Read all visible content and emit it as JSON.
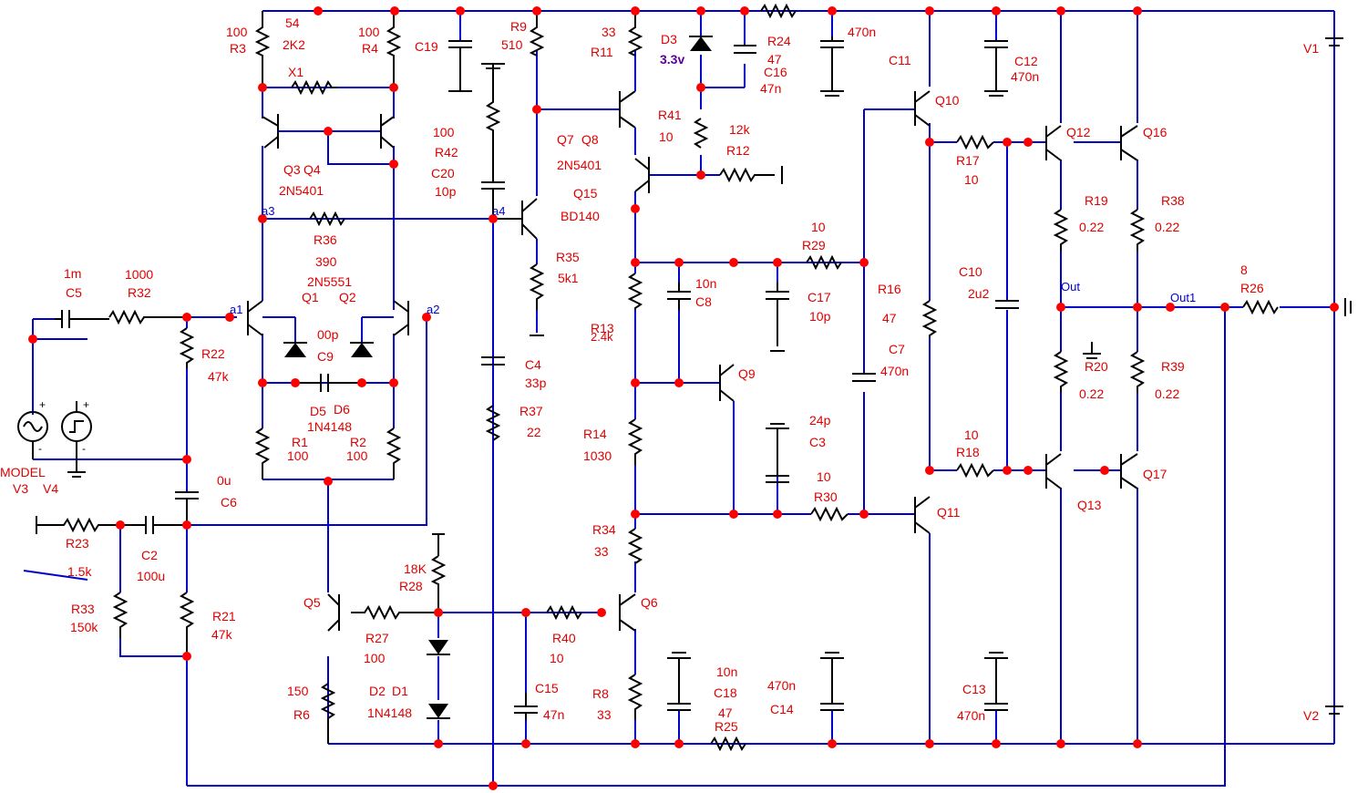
{
  "colors": {
    "wire": "#0000cc",
    "label": "#e00000",
    "node_label": "#0000cc",
    "zener_label": "#5a00a0",
    "component": "#000000",
    "junction": "#ff0000"
  },
  "labels": {
    "r3_val": "100",
    "r3": "R3",
    "v54": "54",
    "v2k2": "2K2",
    "x1": "X1",
    "r4_val": "100",
    "r4": "R4",
    "c19": "C19",
    "r9": "R9",
    "r9_val": "510",
    "r11_val": "33",
    "r11": "R11",
    "d3": "D3",
    "d3_val": "3.3v",
    "r24": "R24",
    "r24_val": "47",
    "c16": "C16",
    "c16_val": "47n",
    "c_top_val": "470n",
    "c11": "C11",
    "c12": "C12",
    "c12_val": "470n",
    "v1": "V1",
    "r42_val": "100",
    "r42": "R42",
    "c20": "C20",
    "c20_val": "10p",
    "q7": "Q7",
    "q8": "Q8",
    "q78_type": "2N5401",
    "r41": "R41",
    "r41_val": "10",
    "r12_val": "12k",
    "r12": "R12",
    "q10": "Q10",
    "q12": "Q12",
    "q16": "Q16",
    "r17": "R17",
    "r17_val": "10",
    "q3": "Q3",
    "q4": "Q4",
    "q34_type": "2N5401",
    "q15": "Q15",
    "q15_type": "BD140",
    "r19": "R19",
    "r19_val": "0.22",
    "r38": "R38",
    "r38_val": "0.22",
    "node_a3": "a3",
    "node_a4": "a4",
    "r36": "R36",
    "r36_val": "390",
    "r35": "R35",
    "r35_val": "5k1",
    "r29_val": "10",
    "r29": "R29",
    "c5_val": "1m",
    "c5": "C5",
    "r32_val": "1000",
    "r32": "R32",
    "q12type": "2N5551",
    "q1": "Q1",
    "q2": "Q2",
    "node_a1": "a1",
    "node_a2": "a2",
    "c8_val": "10n",
    "c8": "C8",
    "c17": "C17",
    "c17_val": "10p",
    "r16": "R16",
    "r16_val": "47",
    "c10": "C10",
    "c10_val": "2u2",
    "node_out": "Out",
    "node_out1": "Out1",
    "r26_val": "8",
    "r26": "R26",
    "c9_val": "00p",
    "c9": "C9",
    "r13": "R13",
    "r13_val": "2.4k",
    "r22": "R22",
    "r22_val": "47k",
    "c4": "C4",
    "c4_val": "33p",
    "q9": "Q9",
    "c7": "C7",
    "c7_val": "470n",
    "r20": "R20",
    "r20_val": "0.22",
    "r39": "R39",
    "r39_val": "0.22",
    "d5": "D5",
    "d6": "D6",
    "d56_type": "1N4148",
    "r37": "R37",
    "r37_val": "22",
    "c3_val": "24p",
    "c3": "C3",
    "r1": "R1",
    "r1_val": "100",
    "r2": "R2",
    "r2_val": "100",
    "r14": "R14",
    "r14_val": "1030",
    "r18_val": "10",
    "r18": "R18",
    "model": "MODEL",
    "v3": "V3",
    "v4": "V4",
    "c6_val": "0u",
    "c6": "C6",
    "r30_val": "10",
    "r30": "R30",
    "q11": "Q11",
    "q13": "Q13",
    "q17": "Q17",
    "c2": "C2",
    "c2_val": "100u",
    "r23": "R23",
    "r23_val": "1.5k",
    "r34": "R34",
    "r34_val": "33",
    "r28_val": "18K",
    "r28": "R28",
    "q5": "Q5",
    "q6": "Q6",
    "r33": "R33",
    "r33_val": "150k",
    "r21": "R21",
    "r21_val": "47k",
    "r27": "R27",
    "r27_val": "100",
    "r40": "R40",
    "r40_val": "10",
    "c18_val": "10n",
    "c18": "C18",
    "c14_val": "470n",
    "c14": "C14",
    "r25_val": "47",
    "r25": "R25",
    "c13": "C13",
    "c13_val": "470n",
    "v2": "V2",
    "r6_val": "150",
    "r6": "R6",
    "d2": "D2",
    "d1": "D1",
    "d12_type": "1N4148",
    "c15": "C15",
    "c15_val": "47n",
    "r8": "R8",
    "r8_val": "33",
    "plus_v3": "+",
    "minus_v3": "-",
    "plus_v4": "+",
    "minus_v4": "-"
  }
}
